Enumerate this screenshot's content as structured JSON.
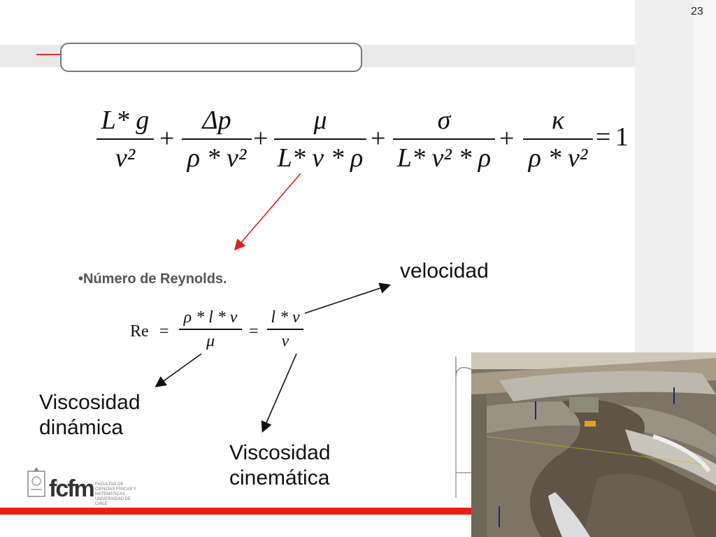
{
  "slide_number": "23",
  "main_equation": {
    "terms": [
      {
        "num": "L* g",
        "den": "v²"
      },
      {
        "num": "Δp",
        "den": "ρ * v²"
      },
      {
        "num": "μ",
        "den": "L* v * ρ"
      },
      {
        "num": "σ",
        "den": "L* v² * ρ"
      },
      {
        "num": "κ",
        "den": "ρ * v²"
      }
    ],
    "plus": "+",
    "equals": "=",
    "rhs": "1"
  },
  "reynolds": {
    "bullet": "•Número de Reynolds.",
    "lhs": "Re",
    "equals": "=",
    "frac1_num": "ρ * l * v",
    "frac1_den": "μ",
    "frac2_num": "l * v",
    "frac2_den": "ν"
  },
  "labels": {
    "velocidad": "velocidad",
    "visc_dinamica_1": "Viscosidad",
    "visc_dinamica_2": "dinámica",
    "visc_cinematica_1": "Viscosidad",
    "visc_cinematica_2": "cinemática"
  },
  "logo": {
    "text": "fcfm",
    "subtitle": "FACULTAD DE CIENCIAS FÍSICAS Y MATEMÁTICAS UNIVERSIDAD DE CHILE"
  },
  "colors": {
    "accent_red": "#e8201c",
    "arrow_red": "#e02020"
  }
}
